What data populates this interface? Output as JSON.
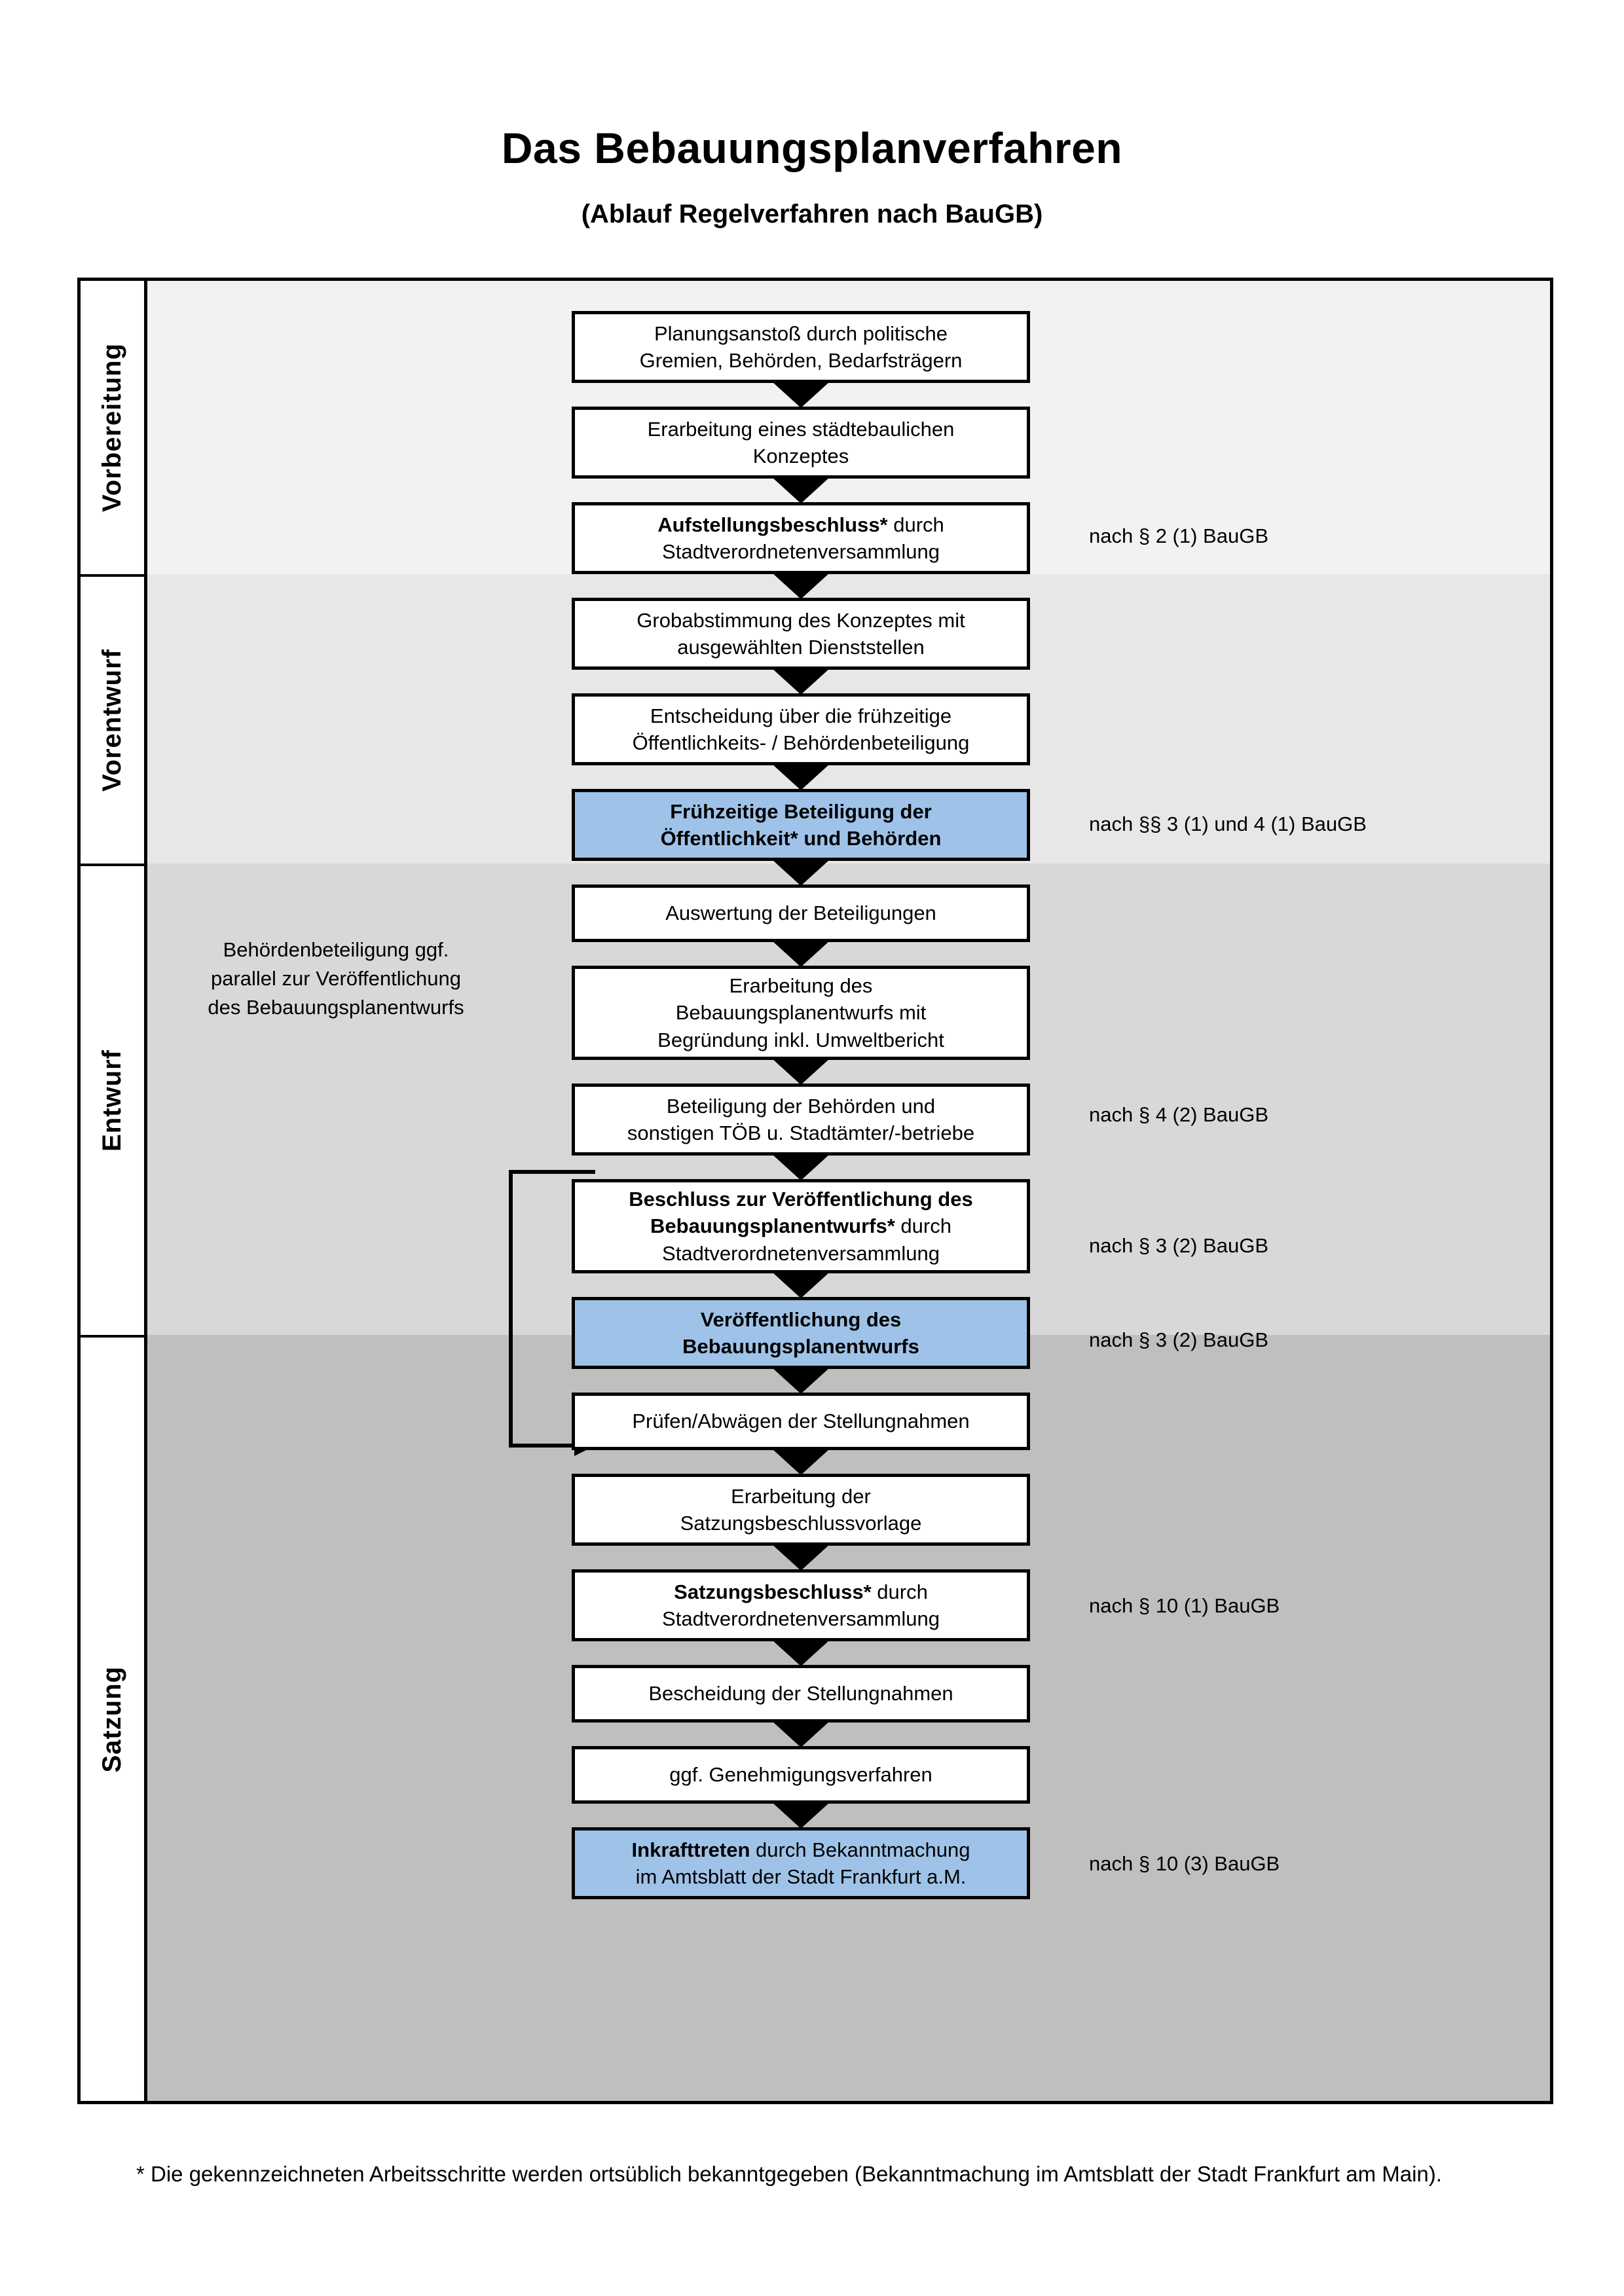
{
  "title": "Das Bebauungsplanverfahren",
  "subtitle": "(Ablauf Regelverfahren nach BauGB)",
  "phases": [
    {
      "label": "Vorbereitung"
    },
    {
      "label": "Vorentwurf"
    },
    {
      "label": "Entwurf"
    },
    {
      "label": "Satzung"
    }
  ],
  "side_note": {
    "lines": [
      "Behördenbeteiligung",
      "ggf. parallel zur",
      "Veröffentlichung des",
      "Bebauungsplanentwurfs"
    ]
  },
  "steps": [
    {
      "id": "planungsanstoss",
      "lines": [
        {
          "text": "Planungsanstoß durch politische",
          "bold": false
        },
        {
          "text": "Gremien, Behörden, Bedarfsträgern",
          "bold": false
        }
      ],
      "highlight": false
    },
    {
      "id": "staedtebauliches-konzept",
      "lines": [
        {
          "text": "Erarbeitung eines städtebaulichen",
          "bold": false
        },
        {
          "text": "Konzeptes",
          "bold": false
        }
      ],
      "highlight": false
    },
    {
      "id": "aufstellungsbeschluss",
      "lines": [
        {
          "text": "Aufstellungsbeschluss*",
          "bold": true,
          "suffix": " durch"
        },
        {
          "text": "Stadtverordnetenversammlung",
          "bold": false
        }
      ],
      "highlight": false
    },
    {
      "id": "grobabstimmung",
      "lines": [
        {
          "text": "Grobabstimmung des Konzeptes mit",
          "bold": false
        },
        {
          "text": "ausgewählten Dienststellen",
          "bold": false
        }
      ],
      "highlight": false
    },
    {
      "id": "entscheidung-fruehzeitige",
      "lines": [
        {
          "text": "Entscheidung über die frühzeitige",
          "bold": false
        },
        {
          "text": "Öffentlichkeits- / Behördenbeteiligung",
          "bold": false
        }
      ],
      "highlight": false
    },
    {
      "id": "fruehzeitige-beteiligung",
      "lines": [
        {
          "text": "Frühzeitige Beteiligung der",
          "bold": true
        },
        {
          "text": "Öffentlichkeit* und Behörden",
          "bold": true
        }
      ],
      "highlight": true
    },
    {
      "id": "auswertung-beteiligungen",
      "lines": [
        {
          "text": "Auswertung der Beteiligungen",
          "bold": false
        }
      ],
      "highlight": false
    },
    {
      "id": "erarbeitung-bplanentwurf",
      "lines": [
        {
          "text": "Erarbeitung des",
          "bold": false
        },
        {
          "text": "Bebauungsplanentwurfs mit",
          "bold": false
        },
        {
          "text": "Begründung inkl. Umweltbericht",
          "bold": false
        }
      ],
      "highlight": false
    },
    {
      "id": "beteiligung-behoerden-toeb",
      "lines": [
        {
          "text": "Beteiligung der Behörden und",
          "bold": false
        },
        {
          "text": "sonstigen TÖB u. Stadtämter/-betriebe",
          "bold": false
        }
      ],
      "highlight": false
    },
    {
      "id": "beschluss-veroeffentlichung",
      "lines": [
        {
          "text": "Beschluss zur Veröffentlichung des",
          "bold": true
        },
        {
          "text": "Bebauungsplanentwurfs*",
          "bold": true,
          "suffix": " durch"
        },
        {
          "text": "Stadtverordnetenversammlung",
          "bold": false
        }
      ],
      "highlight": false
    },
    {
      "id": "veroeffentlichung-bplanentwurf",
      "lines": [
        {
          "text": "Veröffentlichung des",
          "bold": true
        },
        {
          "text": "Bebauungsplanentwurfs",
          "bold": true
        }
      ],
      "highlight": true
    },
    {
      "id": "pruefen-abwaegen",
      "lines": [
        {
          "text": "Prüfen/Abwägen der Stellungnahmen",
          "bold": false
        }
      ],
      "highlight": false
    },
    {
      "id": "satzungsbeschlussvorlage",
      "lines": [
        {
          "text": "Erarbeitung der",
          "bold": false
        },
        {
          "text": "Satzungsbeschlussvorlage",
          "bold": false
        }
      ],
      "highlight": false
    },
    {
      "id": "satzungsbeschluss",
      "lines": [
        {
          "text": "Satzungsbeschluss*",
          "bold": true,
          "suffix": " durch"
        },
        {
          "text": "Stadtverordnetenversammlung",
          "bold": false
        }
      ],
      "highlight": false
    },
    {
      "id": "bescheidung-stellungnahmen",
      "lines": [
        {
          "text": "Bescheidung der Stellungnahmen",
          "bold": false
        }
      ],
      "highlight": false
    },
    {
      "id": "genehmigungsverfahren",
      "lines": [
        {
          "text": "ggf. Genehmigungsverfahren",
          "bold": false
        }
      ],
      "highlight": false
    },
    {
      "id": "inkrafttreten",
      "lines": [
        {
          "text": "Inkrafttreten",
          "bold": true,
          "suffix": " durch Bekanntmachung"
        },
        {
          "text": "im Amtsblatt der Stadt Frankfurt a.M.",
          "bold": false
        }
      ],
      "highlight": true
    }
  ],
  "references": [
    {
      "id": "ref-2-1",
      "text": "nach § 2 (1) BauGB"
    },
    {
      "id": "ref-3-1-4-1",
      "text": "nach §§ 3 (1) und 4 (1) BauGB"
    },
    {
      "id": "ref-4-2",
      "text": "nach § 4 (2) BauGB"
    },
    {
      "id": "ref-3-2-a",
      "text": "nach § 3 (2) BauGB"
    },
    {
      "id": "ref-3-2-b",
      "text": "nach § 3 (2) BauGB"
    },
    {
      "id": "ref-10-1",
      "text": "nach § 10 (1) BauGB"
    },
    {
      "id": "ref-10-3",
      "text": "nach § 10 (3) BauGB"
    }
  ],
  "footnote": "* Die gekennzeichneten Arbeitsschritte werden ortsüblich bekanntgegeben (Bekanntmachung im Amtsblatt  der Stadt Frankfurt am Main).",
  "colors": {
    "highlight_blue": "#9FC3E8",
    "band_vorbereitung": "#F2F2F2",
    "band_vorentwurf": "#E7E7E7",
    "band_entwurf": "#D8D8D8",
    "band_satzung": "#BFBFBF",
    "border": "#000000"
  }
}
